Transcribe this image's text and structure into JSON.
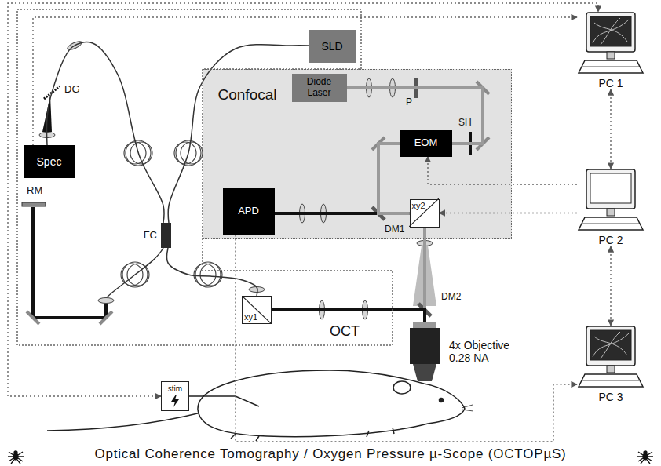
{
  "diagram": {
    "caption": "Optical Coherence Tomography / Oxygen Pressure µ-Scope (OCTOPµS)",
    "nodes": [
      {
        "text": [
          "OCT"
        ]
      },
      {
        "text": [
          "SLD"
        ],
        "in": 0
      },
      {
        "text": [
          "Spec"
        ],
        "in": 0
      },
      {
        "text": [
          "FC"
        ],
        "in": 0
      },
      {
        "text": [
          "xy1"
        ],
        "in": 0
      },
      {
        "text": [
          "Confocal"
        ]
      },
      {
        "text": [
          "Diode Laser"
        ],
        "in": 5
      },
      {
        "text": [
          "EOM"
        ],
        "in": 5
      },
      {
        "text": [
          "APD"
        ],
        "in": 5
      },
      {
        "text": [
          "xy2"
        ],
        "in": 5
      },
      {
        "text": [
          "4x Objective 0.28 NA"
        ]
      },
      {
        "text": [
          "PC 1"
        ]
      },
      {
        "text": [
          "PC 2"
        ]
      },
      {
        "text": [
          "PC 3"
        ]
      },
      {
        "text": [
          "stim"
        ]
      }
    ],
    "edges": [
      {
        "from": 1,
        "to": 3,
        "arrow": "none"
      },
      {
        "from": 3,
        "to": 2,
        "arrow": "none"
      },
      {
        "from": 3,
        "to": 4,
        "arrow": "none"
      },
      {
        "from": 6,
        "to": 7,
        "arrow": "none"
      },
      {
        "from": 9,
        "to": 8,
        "arrow": "none"
      },
      {
        "from": 7,
        "to": 9,
        "arrow": "none"
      },
      {
        "from": 9,
        "to": 10,
        "arrow": "none"
      },
      {
        "from": 4,
        "to": 10,
        "arrow": "none"
      },
      {
        "from": 2,
        "to": 11,
        "arrow": "to"
      },
      {
        "from": 14,
        "to": 11,
        "arrow": "both"
      },
      {
        "from": 11,
        "to": 12,
        "arrow": "both"
      },
      {
        "from": 12,
        "to": 13,
        "arrow": "both"
      },
      {
        "from": 12,
        "to": 7,
        "arrow": "to"
      },
      {
        "from": 12,
        "to": 9,
        "arrow": "to"
      },
      {
        "from": 8,
        "to": 13,
        "arrow": "to"
      }
    ],
    "labels": [
      "DG",
      "RM",
      "P",
      "SH",
      "DM1",
      "DM2"
    ]
  }
}
